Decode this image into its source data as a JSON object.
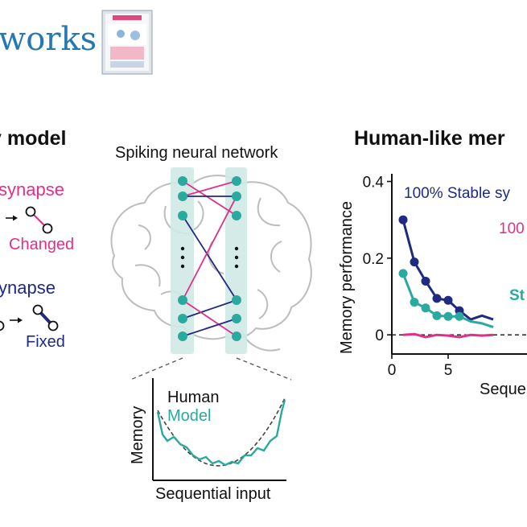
{
  "header": {
    "journal_fragment": "works"
  },
  "left_panel": {
    "title": "y model",
    "changed_synapse_label": "synapse",
    "changed_label": "Changed",
    "fixed_synapse_label": "ynapse",
    "fixed_label": "Fixed"
  },
  "center_panel": {
    "title": "Spiking neural network",
    "inset": {
      "legend_human": "Human",
      "legend_model": "Model",
      "ylabel": "Memory",
      "xlabel": "Sequential input"
    }
  },
  "right_panel": {
    "title": "Human-like mer",
    "ylabel": "Memory performance",
    "xlabel": "Seque",
    "annotation_stable": "100% Stable sy",
    "annotation_changed": "100",
    "annotation_st": "St"
  },
  "colors": {
    "navy": "#1f2a80",
    "teal": "#2aaa9e",
    "magenta": "#e0308a",
    "column": "#cfe9e6",
    "brain": "#bdbdbd"
  },
  "chart_data": {
    "type": "line",
    "xlabel": "Seque",
    "ylabel": "Memory performance",
    "xlim": [
      0,
      14
    ],
    "ylim": [
      -0.05,
      0.42
    ],
    "xticks": [
      0,
      5
    ],
    "yticks": [
      0,
      0.2,
      0.4
    ],
    "yticklabels": [
      "0",
      "0.2",
      "0.4"
    ],
    "series": [
      {
        "name": "100% Stable sy",
        "color": "#1f2a80",
        "marker_count": 6,
        "x": [
          1,
          2,
          3,
          4,
          5,
          6,
          7,
          8,
          9
        ],
        "y": [
          0.3,
          0.19,
          0.14,
          0.095,
          0.09,
          0.063,
          0.04,
          0.05,
          0.04
        ]
      },
      {
        "name": "St",
        "color": "#2aaa9e",
        "marker_count": 6,
        "x": [
          1,
          2,
          3,
          4,
          5,
          6,
          7,
          8,
          9
        ],
        "y": [
          0.16,
          0.085,
          0.07,
          0.05,
          0.048,
          0.048,
          0.035,
          0.03,
          0.02
        ]
      },
      {
        "name": "100",
        "color": "#e0308a",
        "marker_count": 0,
        "x": [
          1,
          2,
          3,
          4,
          5,
          6,
          7,
          8,
          9
        ],
        "y": [
          0.0,
          0.002,
          -0.006,
          0.0,
          -0.002,
          -0.006,
          0.0,
          -0.002,
          0.0
        ]
      }
    ]
  }
}
